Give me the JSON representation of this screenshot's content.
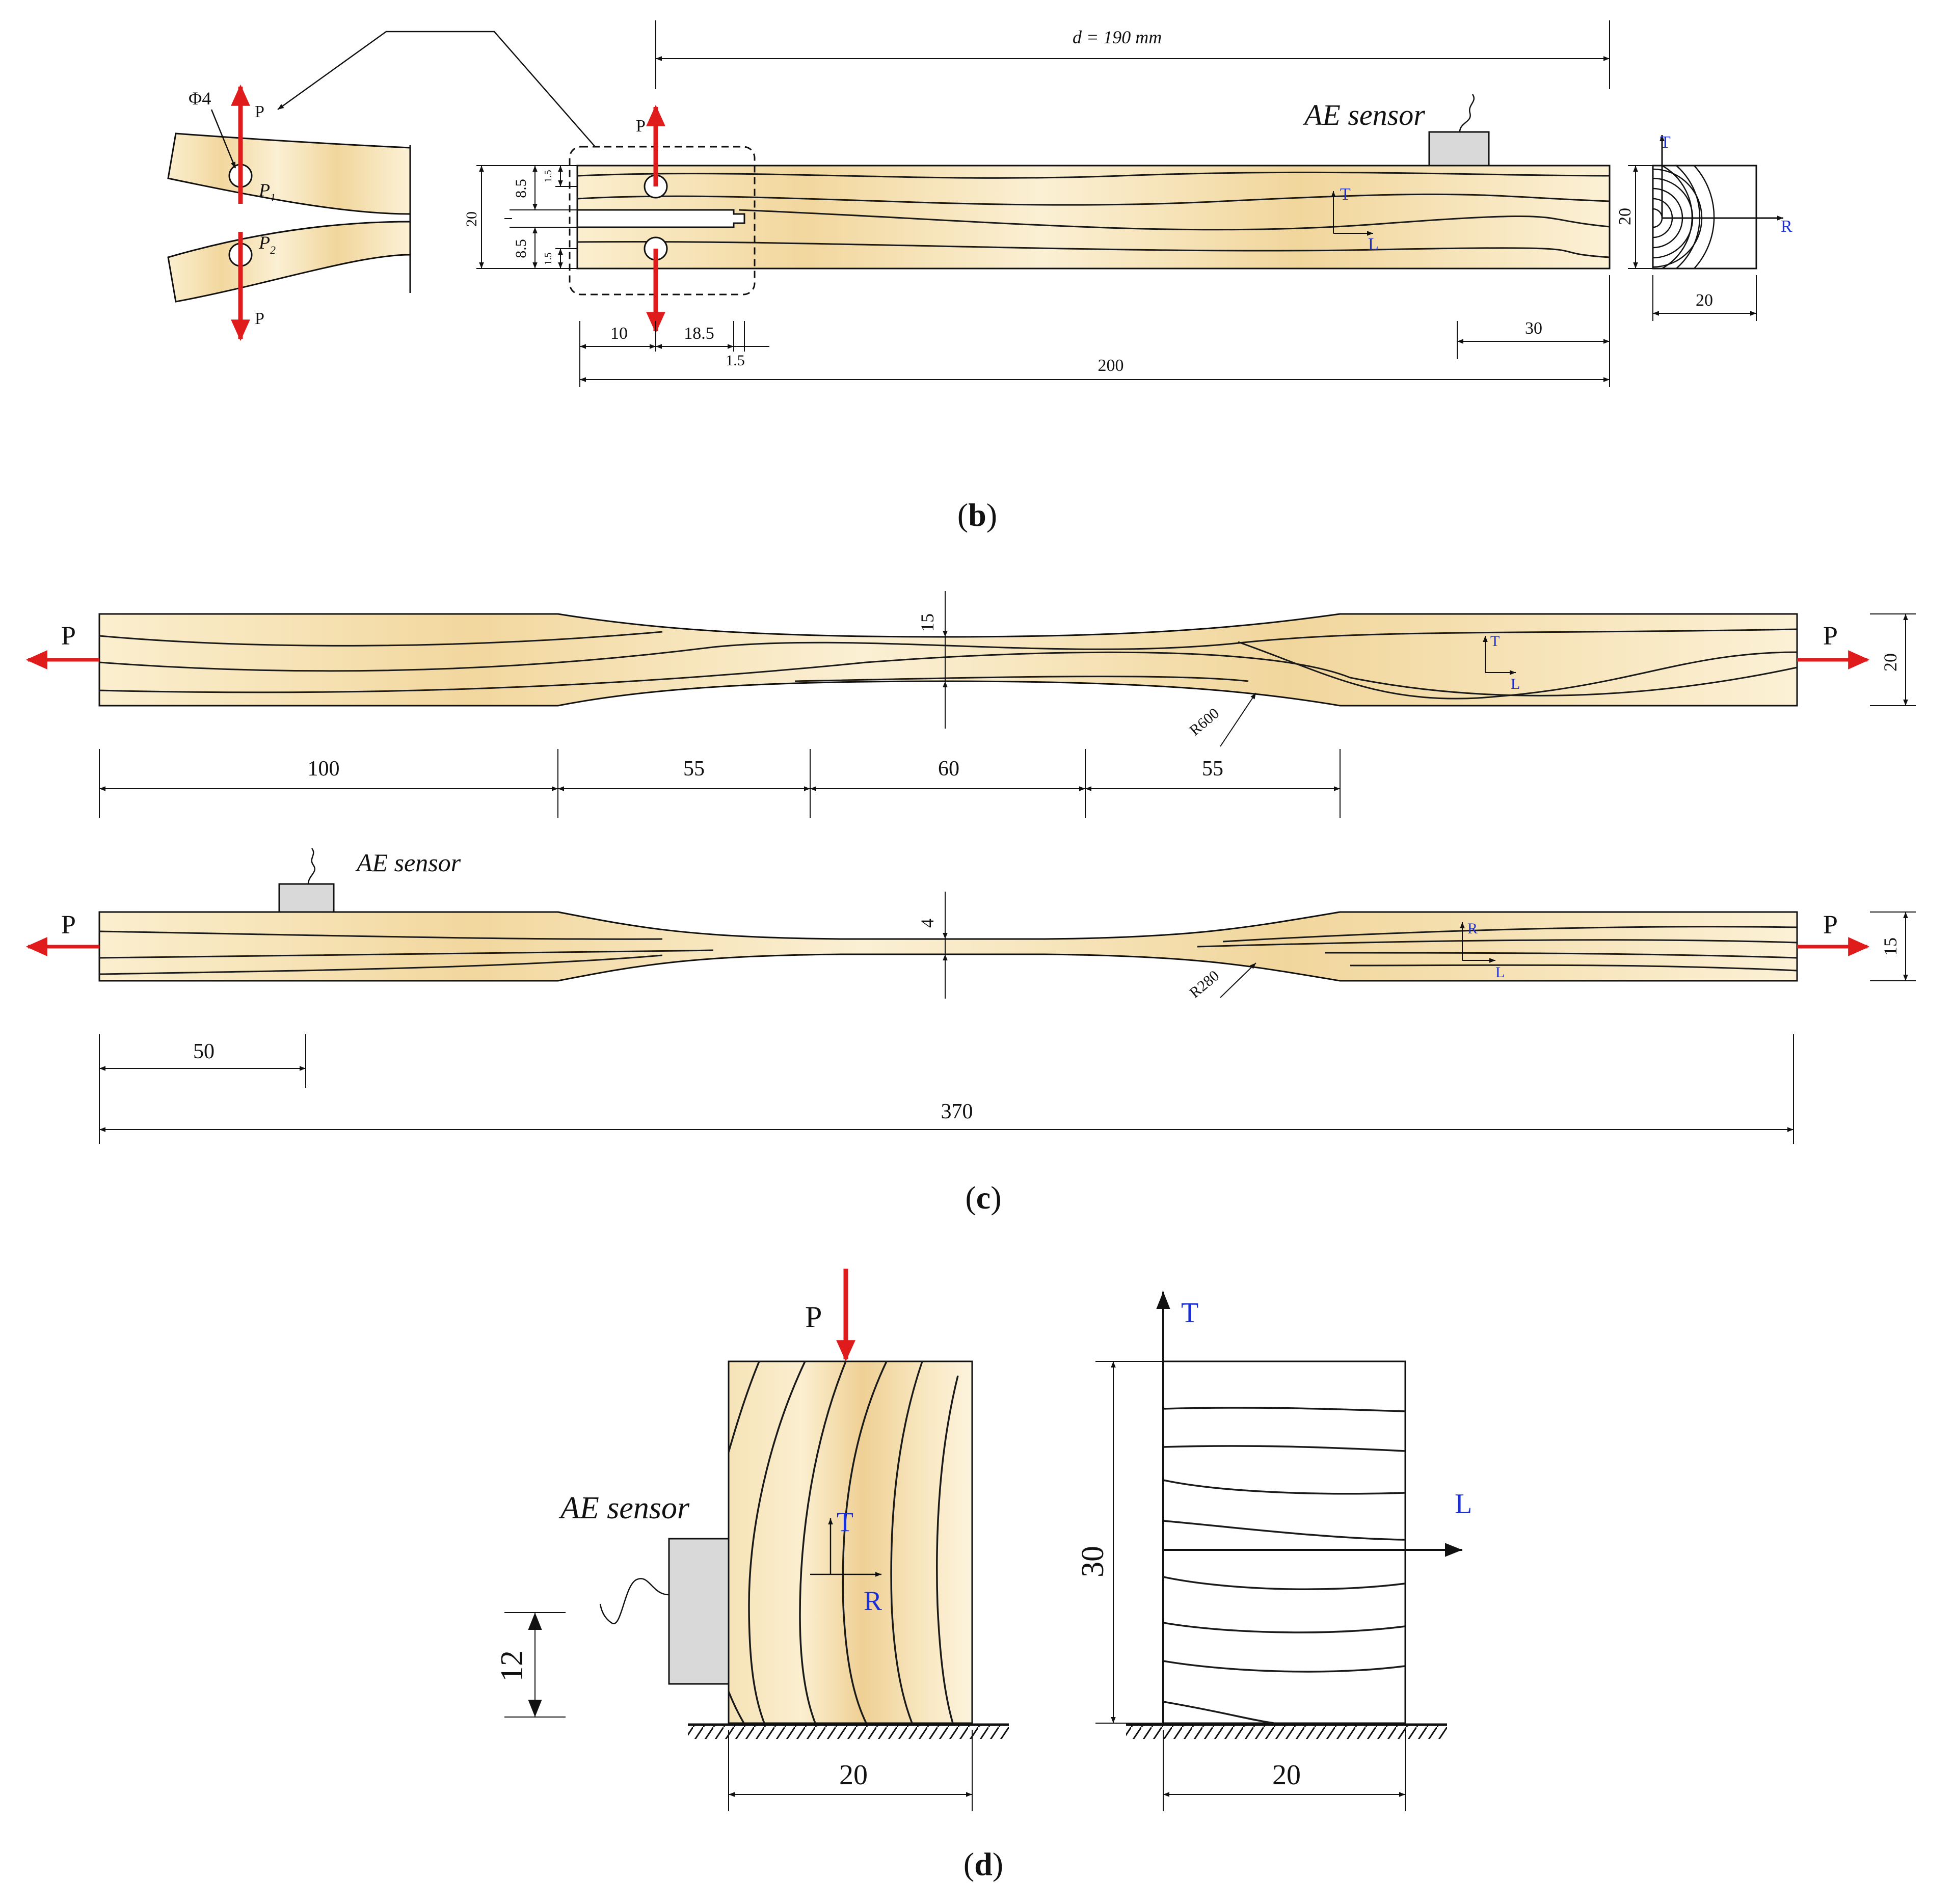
{
  "colors": {
    "load_arrow": "#e01b1b",
    "axis_label": "#1a2fd6",
    "wood_light": "#fbefcf",
    "wood_dark": "#f0d49a",
    "grain_line": "#1a1a1a",
    "sensor": "#d9d9d9"
  },
  "panel_b": {
    "caption_open": "(",
    "caption_letter": "b",
    "caption_close": ")",
    "span_label": "d = 190 mm",
    "sensor_label": "AE sensor",
    "hole_label": "Φ4",
    "load": "P",
    "pin_1": "P",
    "pin_1_sub": "1",
    "pin_2": "P",
    "pin_2_sub": "2",
    "axis_t": "T",
    "axis_l": "L",
    "axis_r": "R",
    "dim_height": "20",
    "dim_upper": "8.5",
    "dim_lower": "8.5",
    "dim_small_a": "1.5",
    "dim_small_b": "1.5",
    "dim_hole_x": "10",
    "dim_slot": "18.5",
    "dim_tip": "1.5",
    "dim_sensor": "30",
    "dim_length": "200",
    "section_height": "20",
    "section_width": "20"
  },
  "panel_c": {
    "caption_open": "(",
    "caption_letter": "c",
    "caption_close": ")",
    "load": "P",
    "sensor_label": "AE sensor",
    "axis_t": "T",
    "axis_l": "L",
    "axis_r": "R",
    "dim_neck_top": "15",
    "dim_height_top": "20",
    "radius_top": "R600",
    "seg_1": "100",
    "seg_2": "55",
    "seg_3": "60",
    "seg_4": "55",
    "dim_neck_bottom": "4",
    "dim_height_bottom": "15",
    "radius_bottom": "R280",
    "dim_sensor": "50",
    "dim_length": "370"
  },
  "panel_d": {
    "caption_open": "(",
    "caption_letter": "d",
    "caption_close": ")",
    "load": "P",
    "sensor_label": "AE sensor",
    "axis_t": "T",
    "axis_r": "R",
    "axis_l": "L",
    "axis_t2": "T",
    "dim_sensor_height": "12",
    "dim_width_left": "20",
    "dim_height": "30",
    "dim_width_right": "20"
  }
}
